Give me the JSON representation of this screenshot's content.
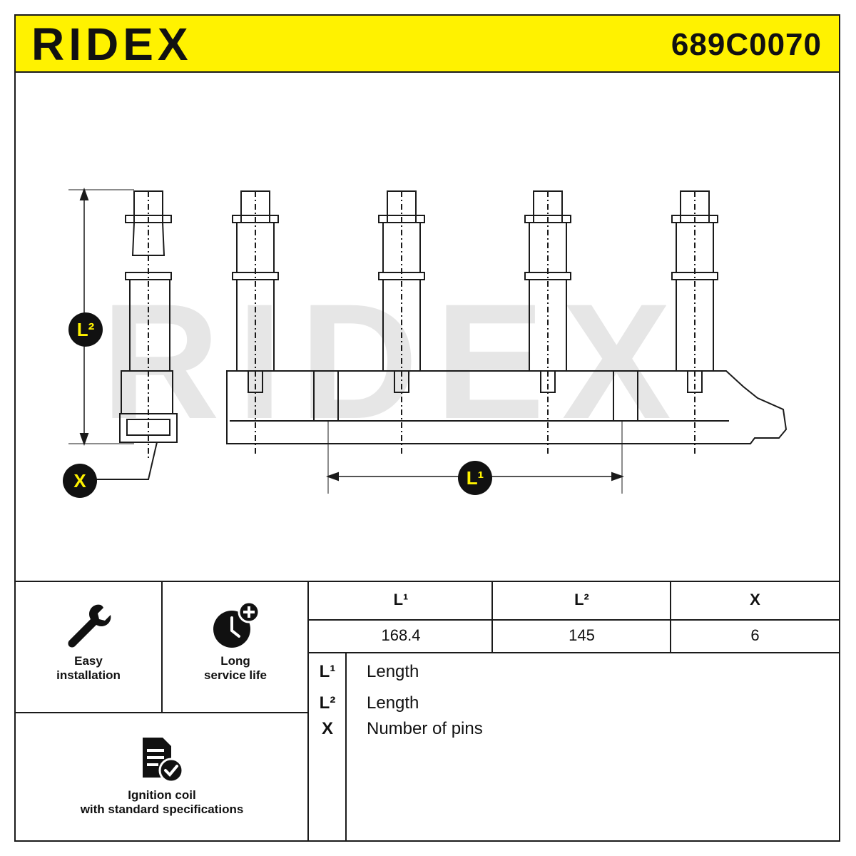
{
  "header": {
    "brand": "RIDEX",
    "part_number": "689C0070"
  },
  "drawing": {
    "watermark": "RIDEX",
    "callouts": {
      "l2": "L²",
      "l1": "L¹",
      "x": "X"
    }
  },
  "features": [
    {
      "icon": "wrench-icon",
      "line1": "Easy",
      "line2": "installation"
    },
    {
      "icon": "clock-plus-icon",
      "line1": "Long",
      "line2": "service life"
    },
    {
      "icon": "document-check-icon",
      "line1": "Ignition coil",
      "line2": "with standard specifications"
    }
  ],
  "spec_table": {
    "headers": [
      "L¹",
      "L²",
      "X"
    ],
    "values": [
      "168.4",
      "145",
      "6"
    ]
  },
  "legend": [
    {
      "symbol": "L¹",
      "text": "Length"
    },
    {
      "symbol": "L²",
      "text": "Length"
    },
    {
      "symbol": "X",
      "text": "Number of pins"
    }
  ],
  "colors": {
    "accent": "#fff200",
    "ink": "#111111",
    "watermark": "#e6e6e6"
  }
}
